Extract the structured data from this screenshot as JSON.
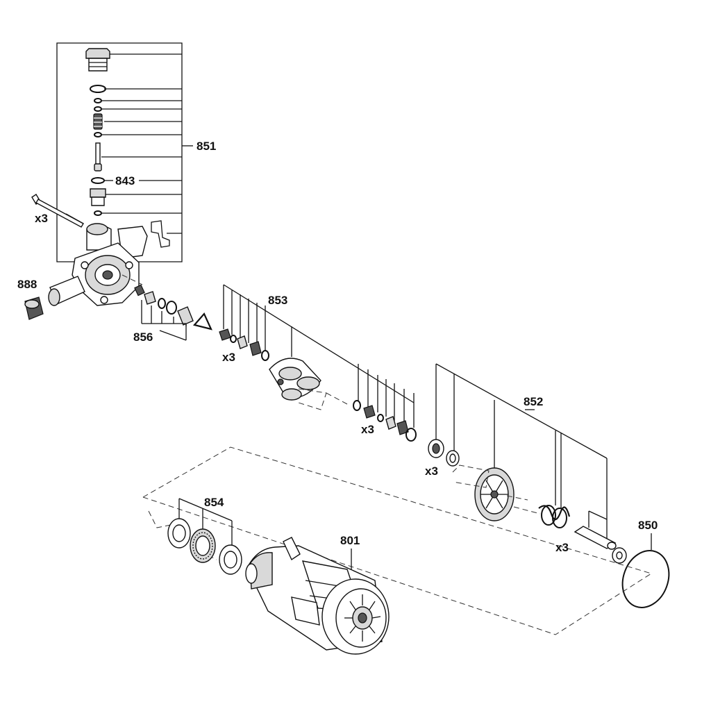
{
  "labels": {
    "l851": "851",
    "l843": "843",
    "l888": "888",
    "l856": "856",
    "l853": "853",
    "l852": "852",
    "l854": "854",
    "l850": "850",
    "l801": "801"
  },
  "multipliers": {
    "bolt": "x3",
    "valves_left": "x3",
    "valves_right": "x3",
    "seals": "x3",
    "springs": "x3"
  }
}
